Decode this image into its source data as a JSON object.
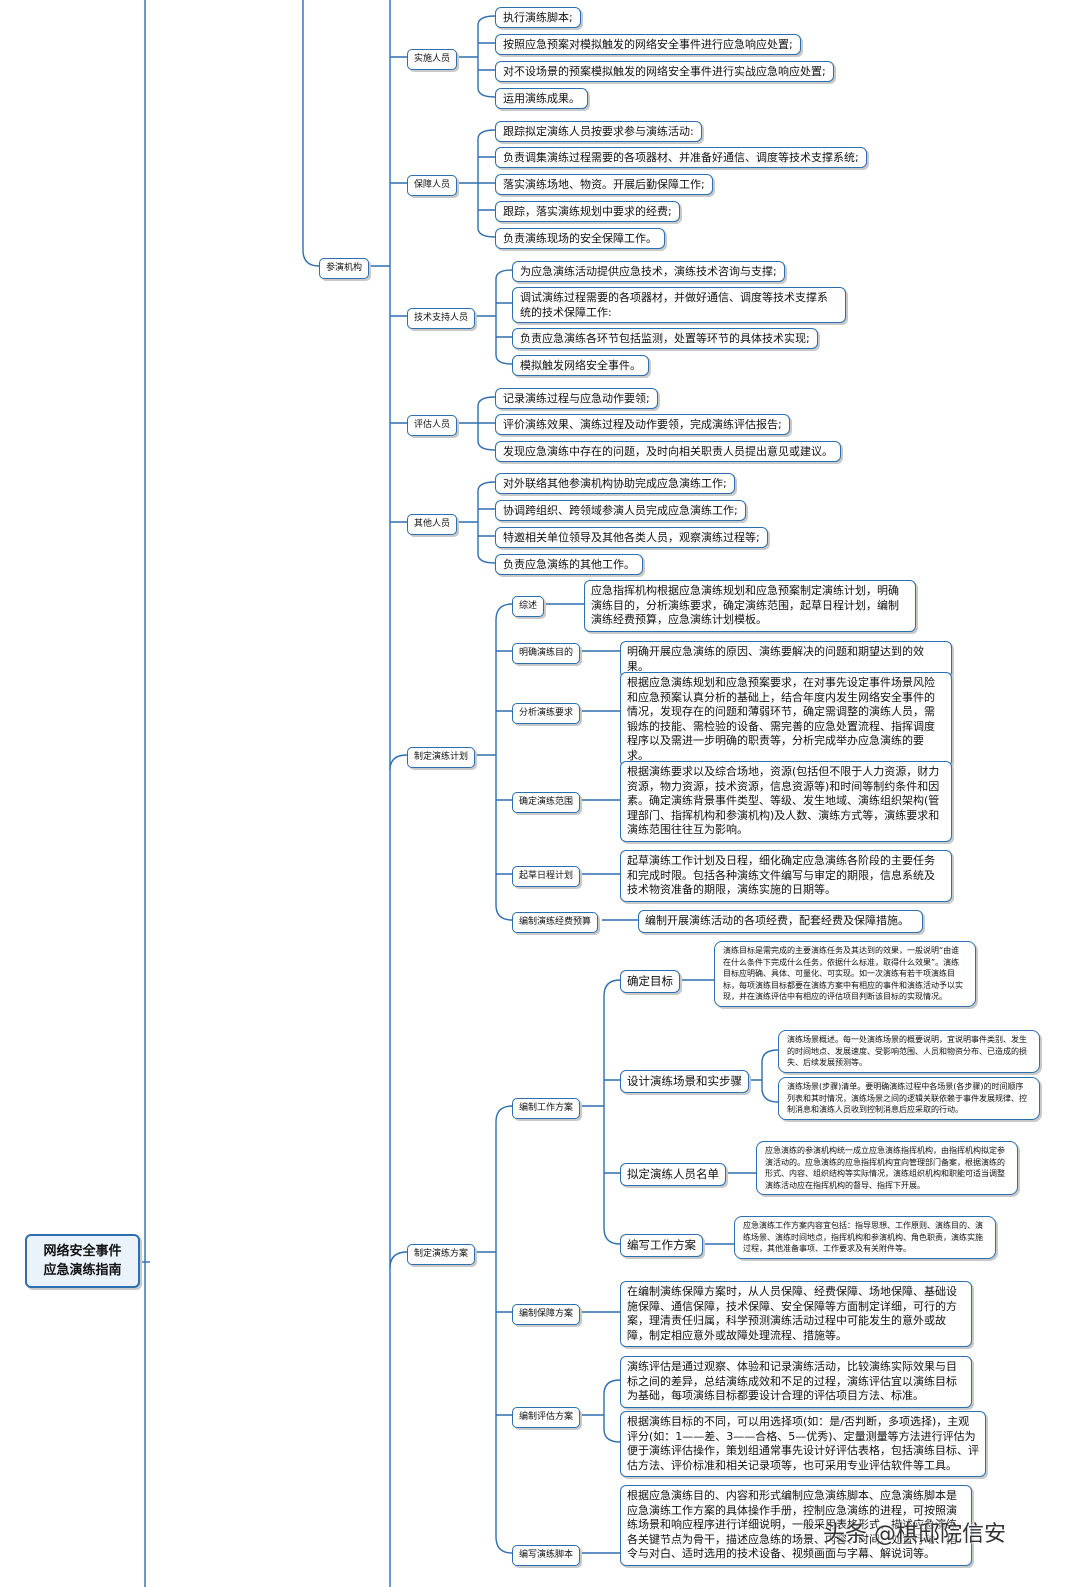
{
  "root": {
    "line1": "网络安全事件",
    "line2": "应急演练指南"
  },
  "participating": {
    "label": "参演机构",
    "executors": {
      "label": "实施人员",
      "items": [
        "执行演练脚本;",
        "按照应急预案对模拟触发的网络安全事件进行应急响应处置;",
        "对不设场景的预案模拟触发的网络安全事件进行实战应急响应处置;",
        "运用演练成果。"
      ]
    },
    "support": {
      "label": "保障人员",
      "items": [
        "跟踪拟定演练人员按要求参与演练活动:",
        "负责调集演练过程需要的各项器材、并准备好通信、调度等技术支撑系统;",
        "落实演练场地、物资。开展后勤保障工作;",
        "跟踪，落实演练规划中要求的经费;",
        "负责演练现场的安全保障工作。"
      ]
    },
    "tech": {
      "label": "技术支持人员",
      "items": [
        "为应急演练活动提供应急技术，演练技术咨询与支撑;",
        "调试演练过程需要的各项器材，并做好通信、调度等技术支撑系统的技术保障工作:",
        "负责应急演练各环节包括监测，处置等环节的具体技术实现;",
        "模拟触发网络安全事件。"
      ]
    },
    "evaluators": {
      "label": "评估人员",
      "items": [
        "记录演练过程与应急动作要领;",
        "评价演练效果、演练过程及动作要领，完成演练评估报告;",
        "发现应急演练中存在的问题，及时向相关职责人员提出意见或建议。"
      ]
    },
    "others": {
      "label": "其他人员",
      "items": [
        "对外联络其他参演机构协助完成应急演练工作;",
        "协调跨组织、跨领域参演人员完成应急演练工作;",
        "特邀相关单位领导及其他各类人员，观察演练过程等;",
        "负责应急演练的其他工作。"
      ]
    }
  },
  "plan": {
    "label": "制定演练计划",
    "items": [
      {
        "label": "综述",
        "text": "应急指挥机构根据应急演练规划和应急预案制定演练计划，明确演练目的，分析演练要求，确定演练范围，起草日程计划，编制演练经费预算，应急演练计划模板。"
      },
      {
        "label": "明确演练目的",
        "text": "明确开展应急演练的原因、演练要解决的问题和期望达到的效果。"
      },
      {
        "label": "分析演练要求",
        "text": "根据应急演练规划和应急预案要求，在对事先设定事件场景风险和应急预案认真分析的基础上，结合年度内发生网络安全事件的情况，发现存在的问题和薄弱环节，确定需调整的演练人员，需锻炼的技能、需检验的设备、需完善的应急处置流程、指挥调度程序以及需进一步明确的职责等，分析完成举办应急演练的要求。"
      },
      {
        "label": "确定演练范围",
        "text": "根据演练要求以及综合场地，资源(包括但不限于人力资源，财力资源，物力资源，技术资源，信息资源等)和时间等制约条件和因素。确定演练背景事件类型、等级、发生地域、演练组织架构(管理部门、指挥机构和参演机构)及人数、演练方式等，演练要求和演练范围往往互为影响。"
      },
      {
        "label": "起草日程计划",
        "text": "起草演练工作计划及日程，细化确定应急演练各阶段的主要任务和完成时限。包括各种演练文件编写与审定的期限，信息系统及技术物资准备的期限，演练实施的日期等。"
      },
      {
        "label": "编制演练经费预算",
        "text": "编制开展演练活动的各项经费，配套经费及保障措施。"
      }
    ]
  },
  "scheme": {
    "label": "制定演练方案",
    "work": {
      "label": "编制工作方案",
      "goal": {
        "label": "确定目标",
        "text": "演练目标是需完成的主要演练任务及其达到的效果，一般说明“由谁在什么条件下完成什么任务，依据什么标准，取得什么效果”。演练目标应明确、具体、可量化、可实现。如一次演练有若干项演练目标，每项演练目标都要在演练方案中有相应的事件和演练活动予以实现，并在演练评估中有相应的评估项目判断该目标的实现情况。"
      },
      "scene": {
        "label": "设计演练场景和实步骤",
        "t1": "演练场景概述。每一处演练场景的概要说明，宜说明事件类别、发生的时间地点、发展速度、受影响范围、人员和物资分布、已造成的损失、后续发展预测等。",
        "t2": "演练场景(步骤)清单。要明确演练过程中各场景(各步骤)的时间顺序列表和其时情况，演练场景之间的逻辑关联依赖于事件发展规律、控制消息和演练人员收到控制消息后应采取的行动。"
      },
      "roster": {
        "label": "拟定演练人员名单",
        "text": "应急演练的参演机构统一成立应急演练指挥机构，由指挥机构拟定参演活动的。应急演练的应急指挥机构宜向管理部门备案，根据演练的形式、内容、组织结构等实际情况，演练组织机构和职能可适当调整演练活动应在指挥机构的督导、指挥下开展。"
      },
      "write": {
        "label": "编写工作方案",
        "text": "应急演练工作方案内容宜包括：指导思想、工作原则、演练目的、演练场景、演练时间地点，指挥机构和参演机构、角色职责，演练实施过程，其他准备事项、工作要求及有关附件等。"
      }
    },
    "guarantee": {
      "label": "编制保障方案",
      "text": "在编制演练保障方案时，从人员保障、经费保障、场地保障、基础设施保障、通信保障，技术保障、安全保障等方面制定详细，可行的方案，理清责任归属，科学预测演练活动过程中可能发生的意外或故障，制定相应意外或故障处理流程、措施等。"
    },
    "evaluation": {
      "label": "编制评估方案",
      "t1": "演练评估是通过观察、体验和记录演练活动，比较演练实际效果与目标之间的差异，总结演练成效和不足的过程，演练评估宜以演练目标为基础，每项演练目标都要设计合理的评估项目方法、标准。",
      "t2": "根据演练目标的不同，可以用选择项(如：是/否判断，多项选择)，主观评分(如：1——差、3——合格、5—优秀)、定量测量等方法进行评估为便于演练评估操作，策划组通常事先设计好评估表格，包括演练目标、评估方法、评价标准和相关记录项等，也可采用专业评估软件等工具。"
    },
    "script": {
      "label": "编写演练脚本",
      "text": "根据应急演练目的、内容和形式编制应急演练脚本、应急演练脚本是应急演练工作方案的具体操作手册，控制应急演练的进程，可按照演练场景和响应程序进行详细说明，一般采用表格形式，描述应急演练各关键节点为骨干，描述应急练的场景、内容、时间、处置行动、指令与对白、适时选用的技术设备、视频画面与字幕、解说词等。"
    }
  },
  "watermark": "头条 @棋邸院信安"
}
